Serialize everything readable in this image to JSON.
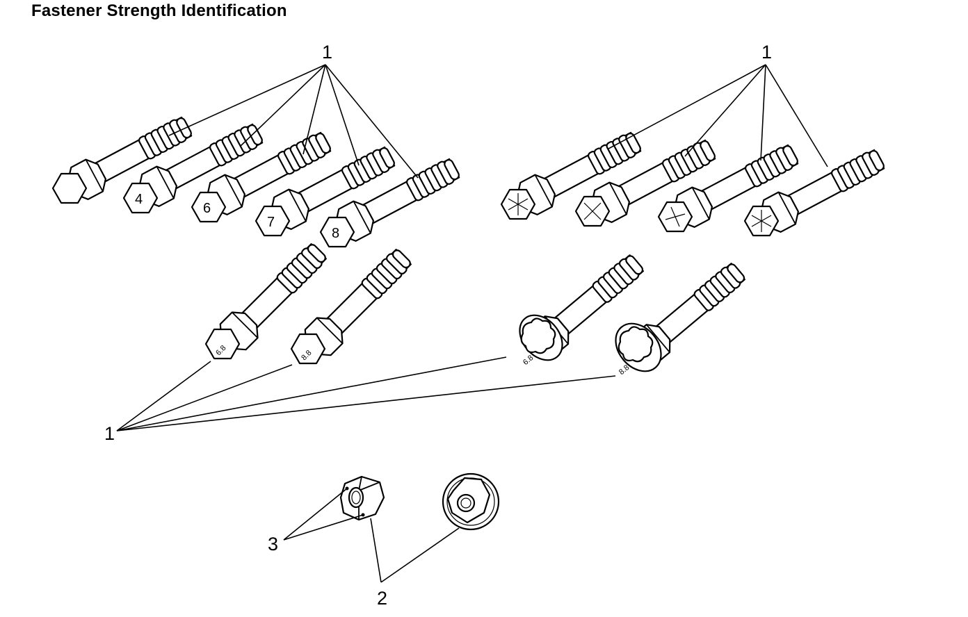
{
  "title": "Fastener Strength Identification",
  "callouts": {
    "inch_bolts": "1",
    "metric_bolts_top": "1",
    "metric_bolts_bottom": "1",
    "nut_marks": "3",
    "nuts": "2"
  },
  "inch_bolt_marks": [
    "",
    "4",
    "6",
    "7",
    "8"
  ],
  "metric_bolt_marks": [
    "6.8",
    "8.8",
    "6.8",
    "8.8"
  ]
}
